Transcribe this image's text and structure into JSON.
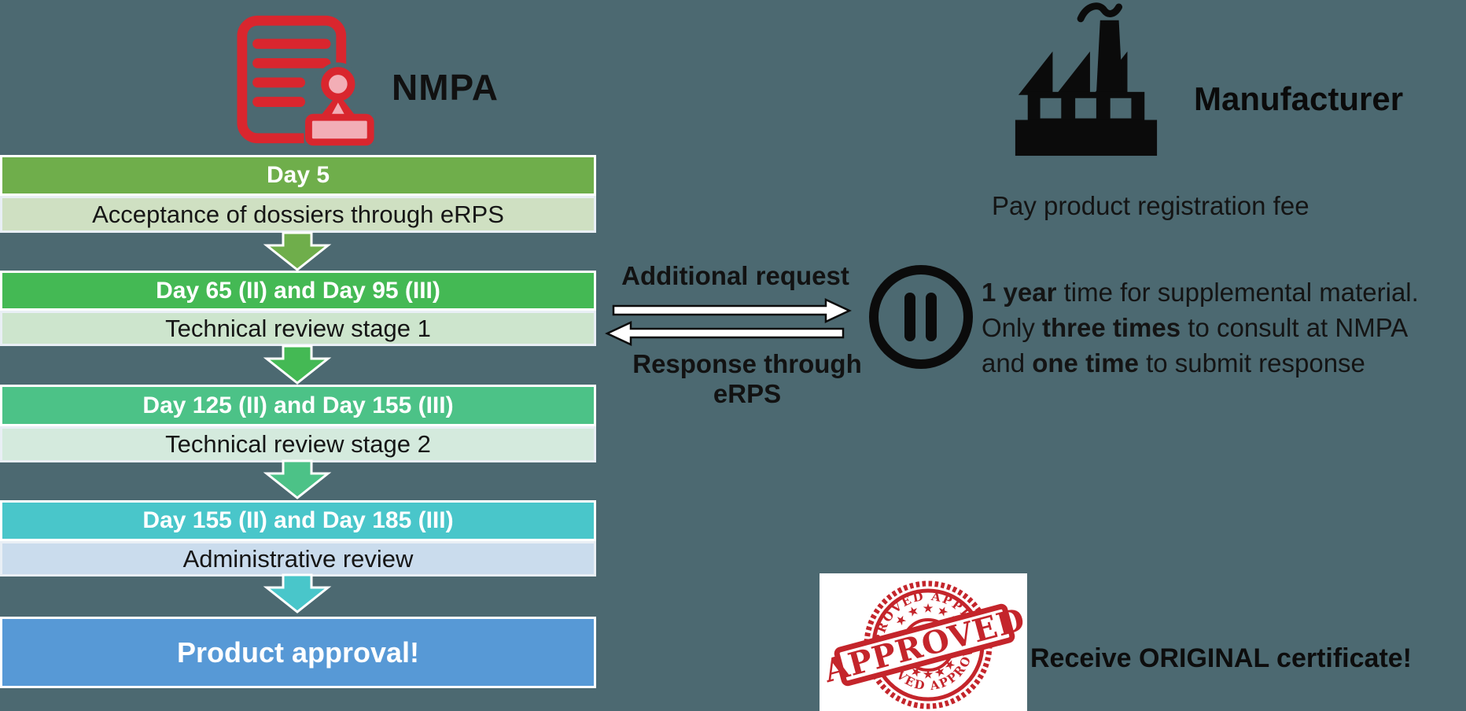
{
  "colors": {
    "background": "#4c6971",
    "step1_header": "#6fae4b",
    "step1_body": "#cfe0c2",
    "step2_header": "#44b954",
    "step2_body": "#cde5cd",
    "step3_header": "#4cc287",
    "step3_body": "#d4eadd",
    "step4_header": "#49c6ca",
    "step4_body": "#cadced",
    "final_bar": "#5799d6",
    "nmpa_icon_red": "#d9262e",
    "stamp_red": "#c4252b",
    "icon_black": "#0b0b0b"
  },
  "header": {
    "nmpa_label": "NMPA",
    "nmpa_icon": "document-stamp-icon",
    "manufacturer_label": "Manufacturer",
    "manufacturer_icon": "factory-icon"
  },
  "timeline": {
    "steps": [
      {
        "day": "Day 5",
        "description": "Acceptance of dossiers through eRPS"
      },
      {
        "day": "Day 65 (II) and Day 95 (III)",
        "description": "Technical review stage 1"
      },
      {
        "day": "Day 125 (II) and Day 155 (III)",
        "description": "Technical review stage 2"
      },
      {
        "day": "Day 155 (II) and Day 185 (III)",
        "description": "Administrative review"
      }
    ],
    "final_label": "Product approval!"
  },
  "exchange": {
    "request_label": "Additional request",
    "response_label": "Response through eRPS",
    "pause_icon": "pause-icon"
  },
  "manufacturer_column": {
    "fee_note": "Pay product registration fee",
    "supplemental_lines": [
      {
        "s0": "1 year",
        "s1": " time for supplemental material."
      },
      {
        "s0": "Only ",
        "s1": "three times",
        "s2": " to consult at NMPA"
      },
      {
        "s0": "and ",
        "s1": "one time",
        "s2": " to submit response"
      }
    ],
    "receive_note": "Receive ORIGINAL certificate!"
  },
  "stamp": {
    "arc_top": "APPROVED  APPROVED",
    "arc_bottom": "APPROVED  APPROVED",
    "stars_top": "★ ★ ★ ★ ★",
    "stars_bottom": "★ ★ ★ ★ ★",
    "banner": "APPROVED"
  }
}
